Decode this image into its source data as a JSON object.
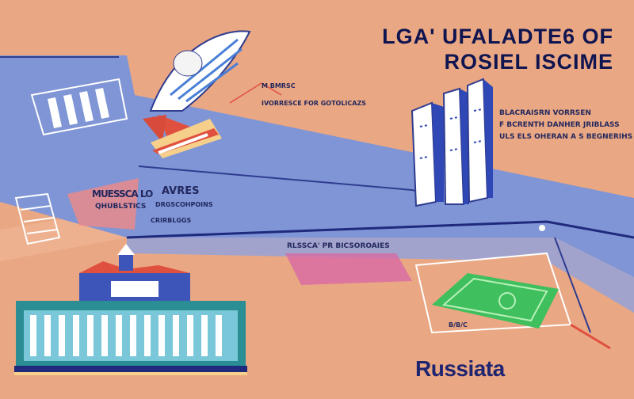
{
  "title": {
    "line1": "LGA' UFALADTE6 OF",
    "line2": "ROSIEL ISCIME"
  },
  "labels": {
    "top_small_1": "M BMRSC",
    "top_small_2": "IVORRESCE FOR GOTOLICAZS",
    "right_block": [
      "BLACRAISRN VORRSEN",
      "F BCRENTH DANHER JRIBLASS",
      "ULS ELS OHERAN A S BEGNERIHS"
    ],
    "left_label_1": "MUESSCA LO",
    "left_label_2": "QHUBLSTICS",
    "mid_label_1": "AVRES",
    "mid_label_2": "DRGSCOHPOINS",
    "mid_label_3": "CRIRBLGGS",
    "center_label": "RLSSCA' PR BICSOROAIES",
    "bottom_small": "B/B/C",
    "bottom_word": "Russiata"
  },
  "colors": {
    "background": "#eaa783",
    "band": "#7f95d6",
    "navy": "#1f2a7c",
    "field_green": "#3fbf5e",
    "building_teal": "#2a8e94",
    "accent_red": "#e0503f"
  },
  "icons": [
    "wing-icon",
    "books-icon",
    "rolled-document-icon",
    "palace-icon",
    "stadium-icon",
    "document-icon",
    "skyscraper-icon"
  ]
}
